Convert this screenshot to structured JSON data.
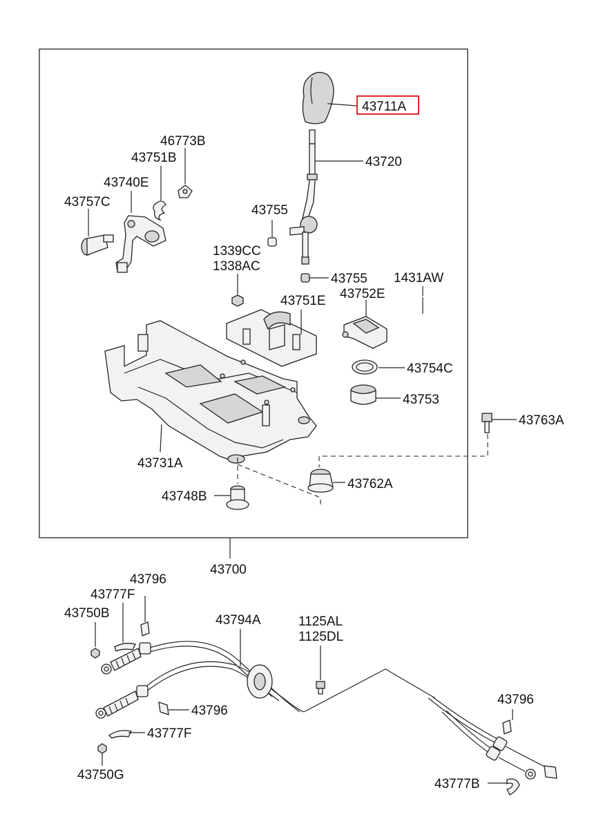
{
  "highlight_color": "#e0262b",
  "assembly_label": "43700",
  "labels": {
    "p43711A": "43711A",
    "p43720": "43720",
    "p46773B": "46773B",
    "p43751B": "43751B",
    "p43740E": "43740E",
    "p43757C": "43757C",
    "p43755a": "43755",
    "p1339CC": "1339CC",
    "p1338AC": "1338AC",
    "p43755b": "43755",
    "p1431AW": "1431AW",
    "p43751E": "43751E",
    "p43752E": "43752E",
    "p43754C": "43754C",
    "p43753": "43753",
    "p43763A": "43763A",
    "p43731A": "43731A",
    "p43762A": "43762A",
    "p43748B": "43748B",
    "p43796a": "43796",
    "p43777Fa": "43777F",
    "p43750B": "43750B",
    "p43794A": "43794A",
    "p1125AL": "1125AL",
    "p1125DL": "1125DL",
    "p43796b": "43796",
    "p43777Fb": "43777F",
    "p43750G": "43750G",
    "p43796c": "43796",
    "p43777B": "43777B"
  }
}
